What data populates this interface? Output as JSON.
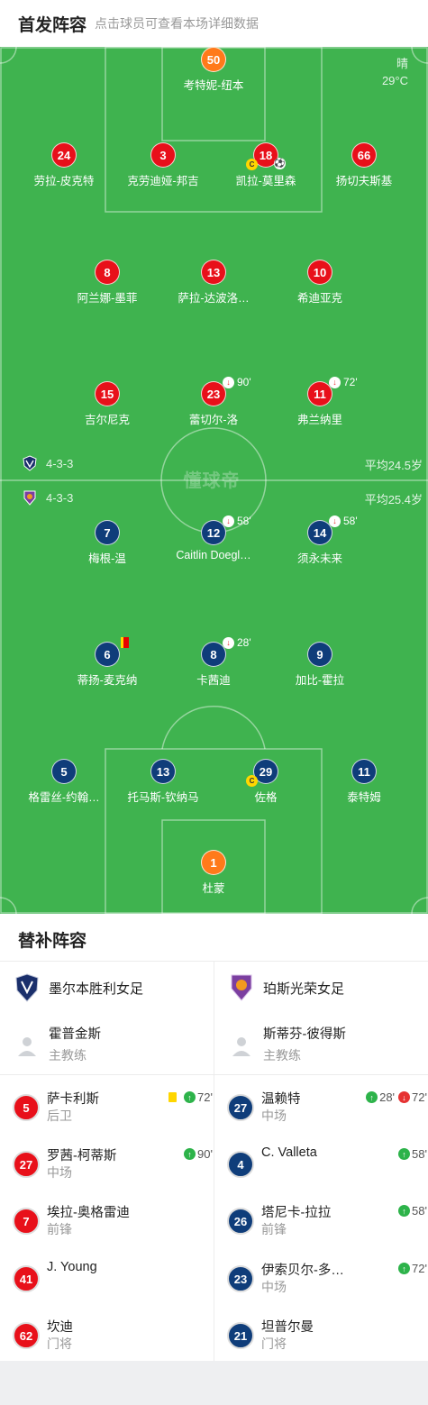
{
  "header": {
    "title": "首发阵容",
    "subtitle": "点击球员可查看本场详细数据"
  },
  "weather": {
    "condition": "晴",
    "temperature": "29°C"
  },
  "watermark": "懂球帝",
  "home": {
    "formation": "4-3-3",
    "avg_age": "平均24.5岁",
    "players": {
      "gk": {
        "number": "50",
        "name": "考特妮-纽本"
      },
      "d1": {
        "number": "24",
        "name": "劳拉-皮克特"
      },
      "d2": {
        "number": "3",
        "name": "克劳迪娅-邦吉"
      },
      "d3": {
        "number": "18",
        "name": "凯拉-莫里森",
        "captain": "C"
      },
      "d4": {
        "number": "66",
        "name": "扬切夫斯基"
      },
      "m1": {
        "number": "8",
        "name": "阿兰娜-墨菲"
      },
      "m2": {
        "number": "13",
        "name": "萨拉-达波洛…"
      },
      "m3": {
        "number": "10",
        "name": "希迪亚克"
      },
      "f1": {
        "number": "15",
        "name": "吉尔尼克"
      },
      "f2": {
        "number": "23",
        "name": "蕾切尔-洛",
        "sub_time": "90'"
      },
      "f3": {
        "number": "11",
        "name": "弗兰纳里",
        "sub_time": "72'"
      }
    }
  },
  "away": {
    "formation": "4-3-3",
    "avg_age": "平均25.4岁",
    "players": {
      "f1": {
        "number": "7",
        "name": "梅根-温"
      },
      "f2": {
        "number": "12",
        "name": "Caitlin Doegl…",
        "sub_time": "58'"
      },
      "f3": {
        "number": "14",
        "name": "须永未来",
        "sub_time": "58'"
      },
      "m1": {
        "number": "6",
        "name": "蒂扬-麦克纳"
      },
      "m2": {
        "number": "8",
        "name": "卡茜迪",
        "sub_time": "28'"
      },
      "m3": {
        "number": "9",
        "name": "加比-霍拉"
      },
      "d1": {
        "number": "5",
        "name": "格雷丝-约翰…"
      },
      "d2": {
        "number": "13",
        "name": "托马斯-钦纳马"
      },
      "d3": {
        "number": "29",
        "name": "佐格",
        "captain": "C"
      },
      "d4": {
        "number": "11",
        "name": "泰特姆"
      },
      "gk": {
        "number": "1",
        "name": "杜蒙"
      }
    }
  },
  "subs": {
    "title": "替补阵容",
    "home_team": "墨尔本胜利女足",
    "away_team": "珀斯光荣女足",
    "home_coach": {
      "name": "霍普金斯",
      "role": "主教练"
    },
    "away_coach": {
      "name": "斯蒂芬-彼得斯",
      "role": "主教练"
    },
    "home_list": [
      {
        "number": "5",
        "name": "萨卡利斯",
        "pos": "后卫",
        "in": "72'"
      },
      {
        "number": "27",
        "name": "罗茜-柯蒂斯",
        "pos": "中场",
        "in": "90'"
      },
      {
        "number": "7",
        "name": "埃拉-奥格雷迪",
        "pos": "前锋"
      },
      {
        "number": "41",
        "name": "J. Young",
        "pos": ""
      },
      {
        "number": "62",
        "name": "坎迪",
        "pos": "门将"
      }
    ],
    "away_list": [
      {
        "number": "27",
        "name": "温赖特",
        "pos": "中场",
        "in": "28'",
        "out": "72'"
      },
      {
        "number": "4",
        "name": "C. Valleta",
        "pos": "",
        "in": "58'"
      },
      {
        "number": "26",
        "name": "塔尼卡-拉拉",
        "pos": "前锋",
        "in": "58'"
      },
      {
        "number": "23",
        "name": "伊索贝尔-多…",
        "pos": "中场",
        "in": "72'"
      },
      {
        "number": "21",
        "name": "坦普尔曼",
        "pos": "门将"
      }
    ]
  },
  "colors": {
    "pitch": "#3fb34f",
    "home": "#e8101a",
    "away": "#0f3d7a",
    "gk": "#ff7a1a"
  },
  "icons": {
    "sub_out": "sub-out-icon",
    "sub_in": "sub-in-icon",
    "captain": "captain-icon",
    "goal": "goal-ball-icon",
    "yellow_card": "yellow-card-icon",
    "red_card": "red-card-icon"
  }
}
